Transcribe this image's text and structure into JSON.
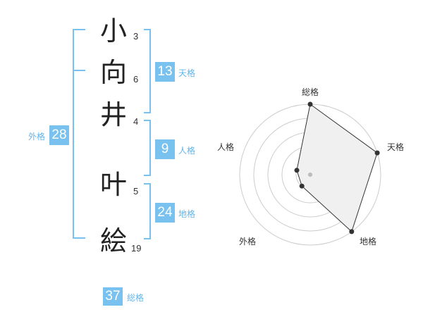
{
  "name": {
    "characters": [
      {
        "char": "小",
        "strokes": "3"
      },
      {
        "char": "向",
        "strokes": "6"
      },
      {
        "char": "井",
        "strokes": "4"
      },
      {
        "char": "叶",
        "strokes": "5"
      },
      {
        "char": "絵",
        "strokes": "19"
      }
    ]
  },
  "fortune": {
    "tenkaku": {
      "value": "13",
      "label": "天格"
    },
    "jinkaku": {
      "value": "9",
      "label": "人格"
    },
    "chikaku": {
      "value": "24",
      "label": "地格"
    },
    "gaikaku": {
      "value": "28",
      "label": "外格"
    },
    "soukaku": {
      "value": "37",
      "label": "総格"
    }
  },
  "colors": {
    "accent": "#79c1ee",
    "accent_text": "#62b5ea",
    "radar_fill": "#f0f0f0",
    "grid": "#cccccc"
  },
  "chart_data": {
    "type": "radar",
    "axes": [
      "総格",
      "天格",
      "地格",
      "外格",
      "人格"
    ],
    "levels": 5,
    "values": [
      5,
      5,
      5,
      1,
      1
    ],
    "max": 5
  }
}
